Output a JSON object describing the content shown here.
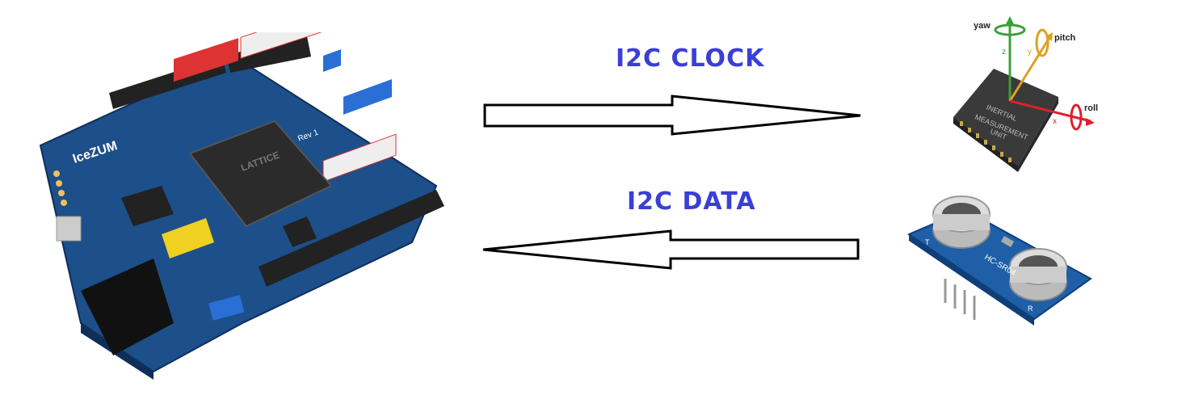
{
  "labels": {
    "clock": "I2C CLOCK",
    "data": "I2C DATA"
  },
  "board": {
    "brand": "IceZUM",
    "chip": "LATTICE",
    "rev": "Rev 1"
  },
  "imu": {
    "chip_lines": [
      "INERTIAL",
      "MEASUREMENT",
      "UNIT"
    ],
    "axes": {
      "yaw": "yaw",
      "pitch": "pitch",
      "roll": "roll",
      "x": "x",
      "y": "y",
      "z": "z"
    }
  },
  "ultrasonic": {
    "model": "HC-SR04",
    "t_label": "T",
    "r_label": "R"
  },
  "colors": {
    "label": "#3a3fd6",
    "arrow_stroke": "#000000",
    "pcb": "#1d4f8a",
    "imu_chip": "#3a3a3a",
    "x_axis": "#e0202a",
    "y_axis": "#e0a020",
    "z_axis": "#3aa03a"
  }
}
